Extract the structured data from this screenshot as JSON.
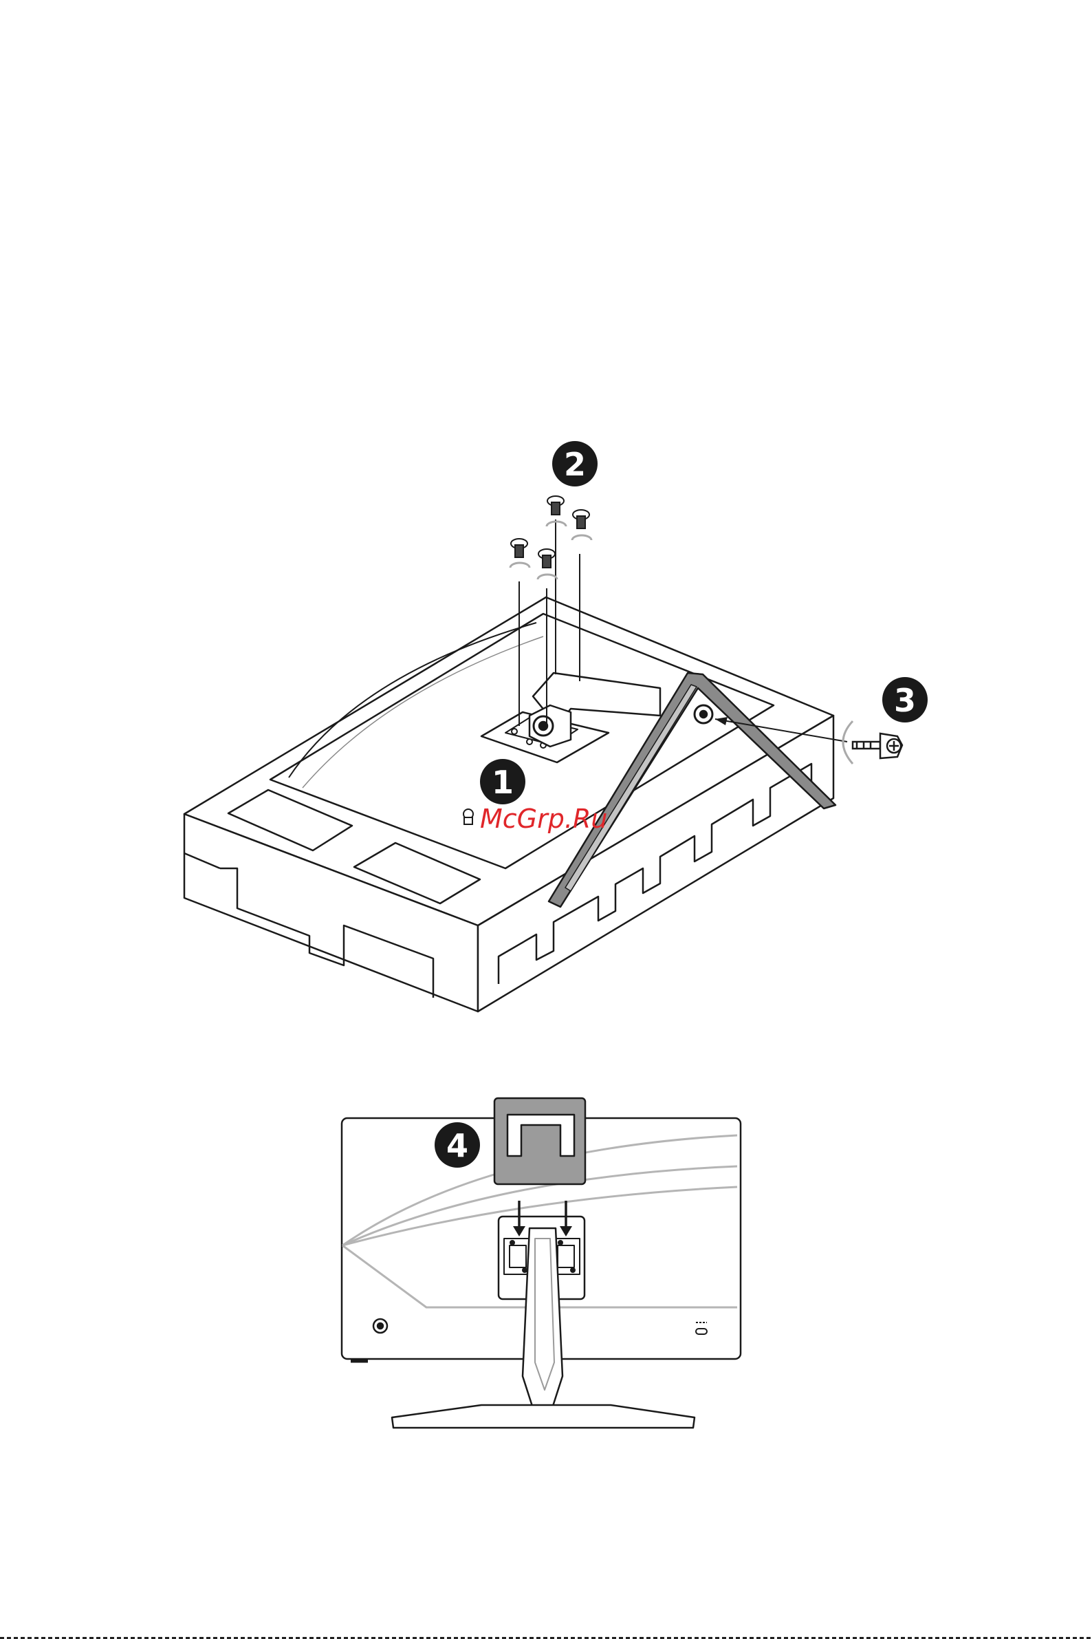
{
  "steps": [
    {
      "number": "1",
      "icon": "screw-hole-icon"
    },
    {
      "number": "2",
      "icon": "screws-icon"
    },
    {
      "number": "3",
      "icon": "thumbscrew-icon"
    },
    {
      "number": "4",
      "icon": "stand-mount-icon"
    }
  ],
  "watermark": {
    "text": "McGrp.Ru",
    "color": "#e0262a"
  },
  "colors": {
    "line": "#1a1a1a",
    "stand_fill": "#8a8a8a",
    "bracket_fill": "#9b9b9b",
    "curve": "#b5b5b5"
  }
}
